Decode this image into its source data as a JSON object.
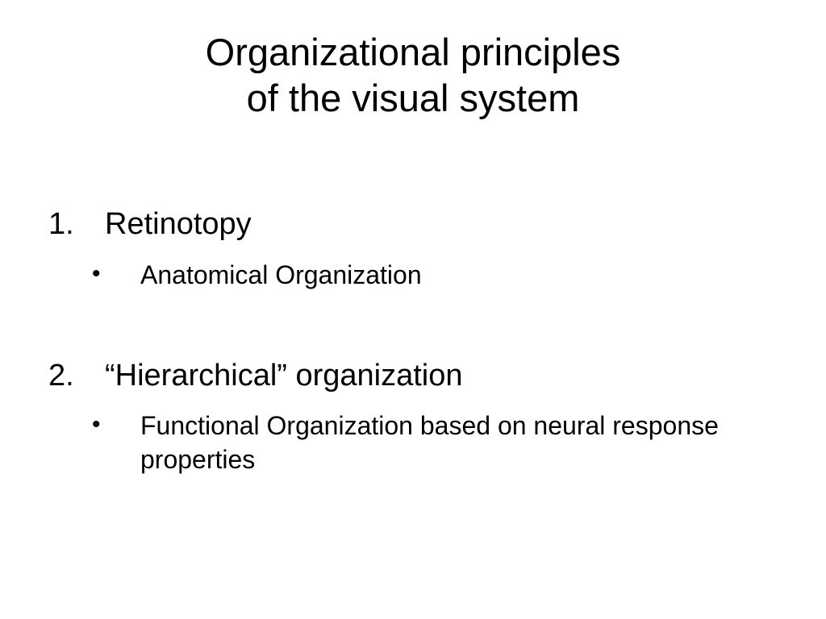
{
  "slide": {
    "title_line1": "Organizational principles",
    "title_line2": "of the visual system",
    "items": [
      {
        "number": "1.",
        "label": "Retinotopy",
        "sub": {
          "bullet": "•",
          "text": "Anatomical Organization"
        }
      },
      {
        "number": "2.",
        "label": "“Hierarchical” organization",
        "sub": {
          "bullet": "•",
          "text": "Functional Organization based on neural response properties"
        }
      }
    ]
  }
}
